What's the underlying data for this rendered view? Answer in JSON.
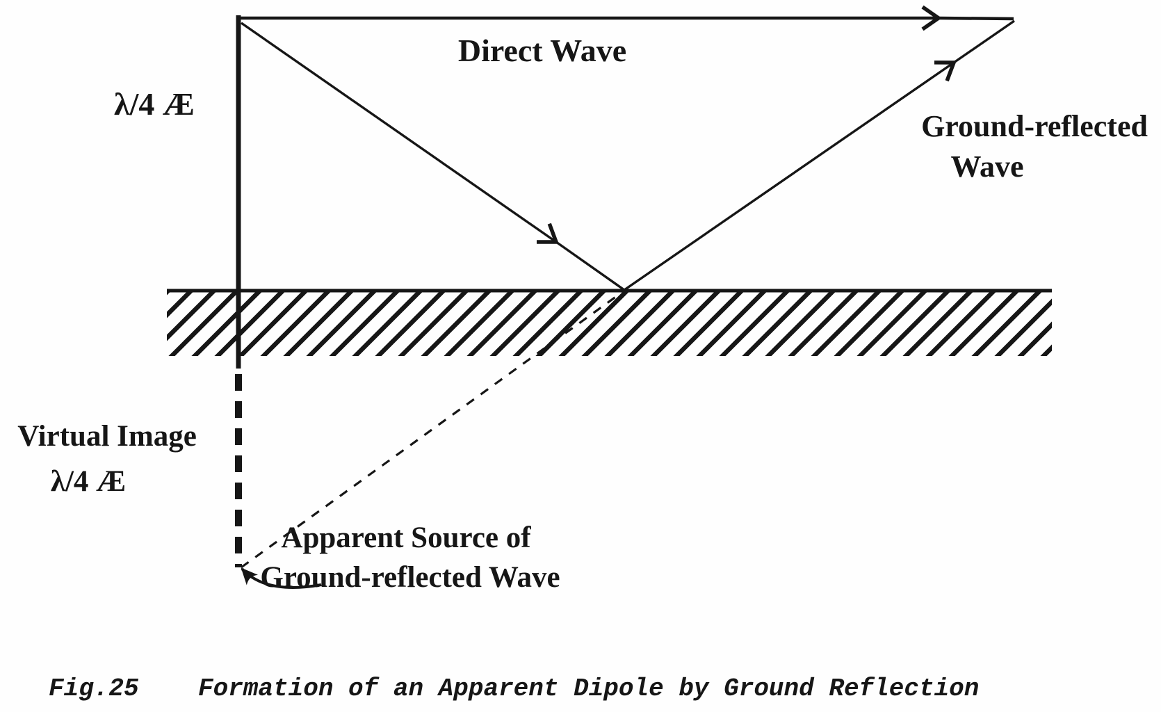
{
  "figure": {
    "type": "technical-diagram",
    "caption": {
      "number": "Fig.25",
      "title": "Formation of an Apparent Dipole by Ground Reflection"
    },
    "labels": {
      "antenna_element": "λ/4 Æ",
      "direct_wave": "Direct Wave",
      "ground_reflected_wave_line1": "Ground-reflected",
      "ground_reflected_wave_line2": "Wave",
      "virtual_image_line1": "Virtual Image",
      "virtual_image_line2": "λ/4 Æ",
      "apparent_source_line1": "Apparent Source of",
      "apparent_source_line2": "Ground-reflected Wave"
    },
    "colors": {
      "ink": "#161616",
      "paper": "#fefefe"
    }
  }
}
